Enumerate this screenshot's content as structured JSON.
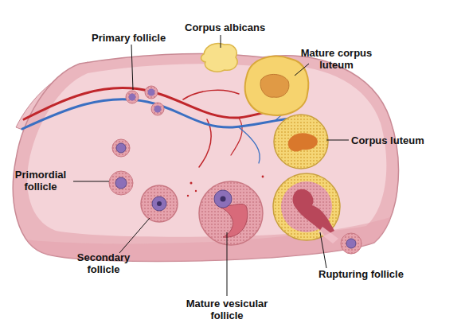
{
  "diagram": {
    "labels": [
      "Primary follicle",
      "Corpus albicans",
      "Mature corpus luteum",
      "Corpus luteum",
      "Primordial follicle",
      "Secondary follicle",
      "Mature vesicular follicle",
      "Rupturing follicle"
    ]
  }
}
